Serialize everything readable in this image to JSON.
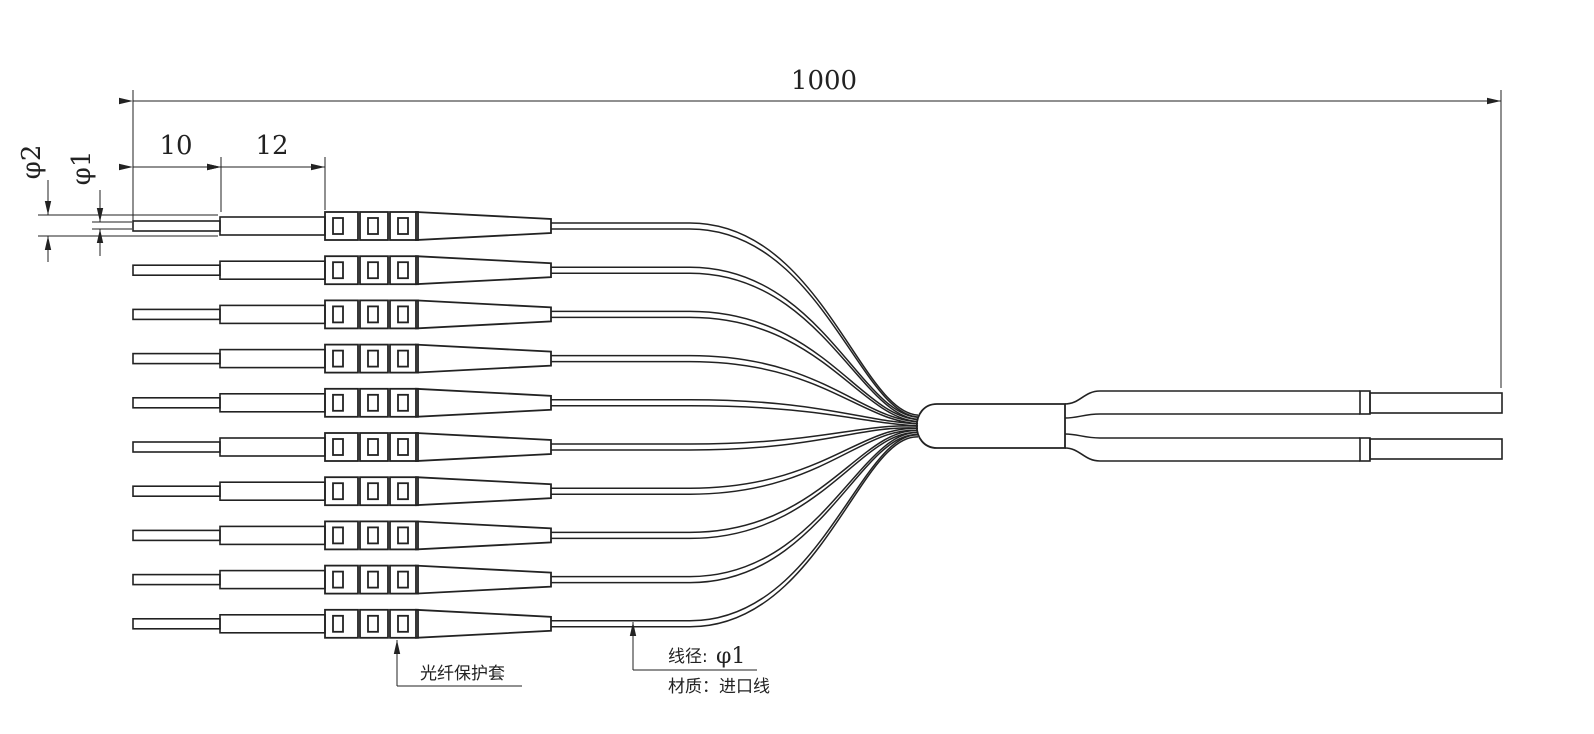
{
  "drawing": {
    "fiber_count": 10,
    "dimensions": {
      "total_length": "1000",
      "ferrule_length": "10",
      "sleeve_length": "12",
      "outer_diameter": "φ2",
      "inner_diameter": "φ1"
    },
    "labels": {
      "protective_sleeve": "光纤保护套",
      "wire_diameter_prefix": "线径:",
      "wire_diameter_value": "φ1",
      "material": "材质：进口线"
    },
    "colors": {
      "line": "#222222",
      "background": "#ffffff"
    }
  }
}
